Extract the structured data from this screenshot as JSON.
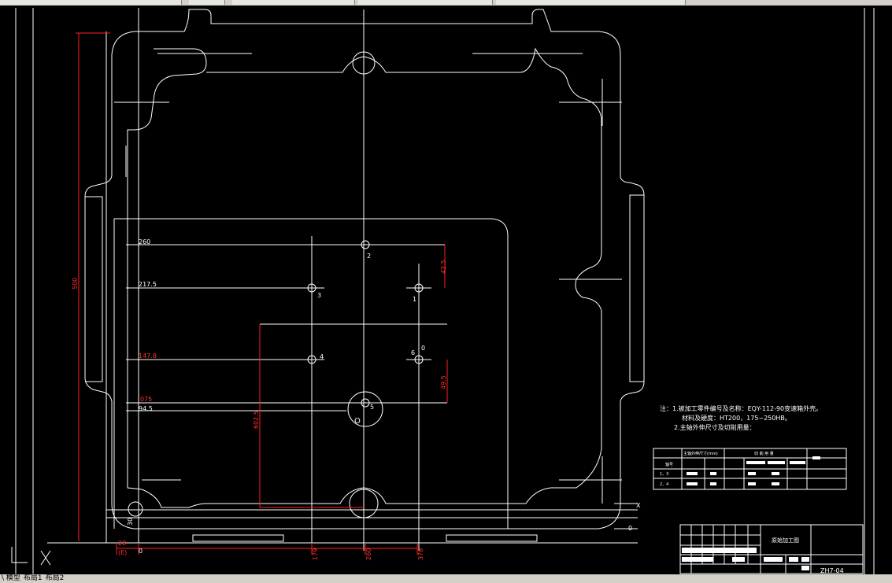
{
  "drawing": {
    "dimensions": {
      "d260": "260",
      "d217": "217.5",
      "d147": "147.8",
      "d075": "075",
      "d94": "94.5",
      "d500": "500",
      "d28": "28",
      "dE": "(E)",
      "d0": "0",
      "d412": "42.5",
      "d49": "49.5",
      "d602": "602.5",
      "d179": "179",
      "d260b": "260",
      "d376": "376",
      "d30": "30",
      "d0r": "0",
      "d6o": "0"
    },
    "points": {
      "p1": "1",
      "p2": "2",
      "p3": "3",
      "p4": "4",
      "p5": "5",
      "p6": "6",
      "origin": "O"
    },
    "axes": {
      "x": "X",
      "z": "0"
    },
    "notes": {
      "line1": "注：1.被加工零件编号及名称：EQY-112-90变速箱外壳。",
      "line2": "材料及硬度：HT200，175~250HB。",
      "line3": "2.主轴外伸尺寸及切削用量："
    },
    "title_block": {
      "title": "原始加工图",
      "drawing_no": "ZH7-04"
    },
    "spindle_table": {
      "header_left": "主轴外伸尺寸(mm)",
      "header_right": "切 削 用 量",
      "row_label": "轴号",
      "rows": [
        "1、3",
        "2、4"
      ]
    }
  },
  "tabs": {
    "model": "\\ 模型",
    "layout1": "布局1",
    "layout2": "布局2"
  },
  "colors": {
    "line": "#ffffff",
    "dimension": "#ff0000",
    "background": "#000000"
  }
}
